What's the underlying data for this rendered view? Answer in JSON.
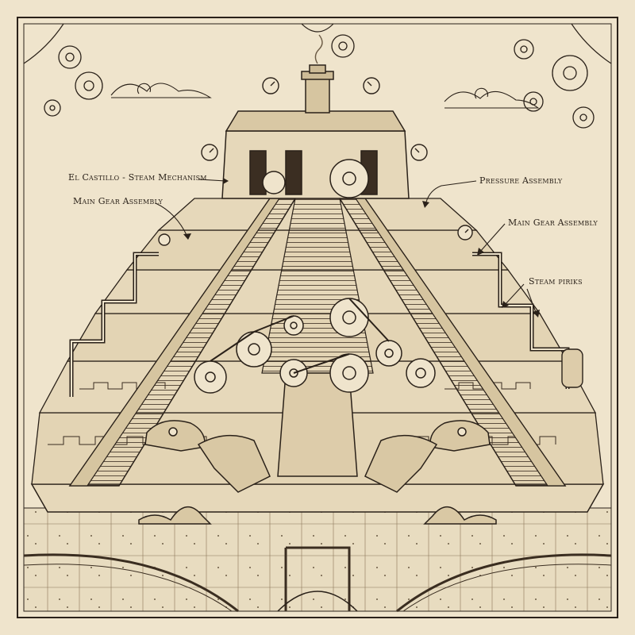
{
  "callouts": {
    "castillo": "El Castillo - Steam Mechanism",
    "main_gear_left": "Main Gear Assembly",
    "pressure": "Pressure Assembly",
    "main_gear_right": "Main Gear Assembly",
    "steam": "Steam piriks"
  },
  "colors": {
    "paper": "#efe4cc",
    "ink": "#2a2119",
    "stone": "#e6d8ba",
    "shade": "#cdbb96"
  }
}
